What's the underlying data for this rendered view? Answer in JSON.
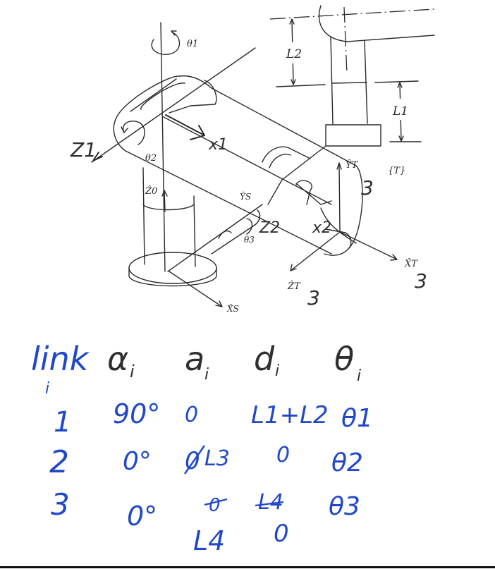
{
  "figure": {
    "printed_labels": {
      "theta1": "θ1",
      "theta2": "θ2",
      "theta3": "θ3",
      "L1": "L1",
      "L2": "L2",
      "frame_T": "{T}",
      "Y_T": "ŶT",
      "X_T": "X̂T",
      "Z_T": "ẐT",
      "Z_0": "Ẑ0",
      "Y_S": "ŶS",
      "X_S": "X̂S"
    },
    "handwritten_annotations": {
      "z1": "Z1",
      "x1": "x1",
      "z2": "Z2",
      "x2": "x2",
      "y3_suffix": "3",
      "x3_suffix": "3",
      "z3_suffix": "3"
    }
  },
  "dh_table": {
    "headers": [
      "link i",
      "αi",
      "ai",
      "di",
      "θi"
    ],
    "header_parts": {
      "link": "link",
      "link_sub": "i",
      "alpha": "α",
      "a": "a",
      "d": "d",
      "theta": "θ",
      "sub": "i"
    },
    "rows": [
      {
        "link": "1",
        "alpha": "90°",
        "a": "0",
        "d": "L1+L2",
        "theta": "θ1"
      },
      {
        "link": "2",
        "alpha": "0°",
        "a": "L3",
        "a_struck": "0",
        "d": "0",
        "theta": "θ2"
      },
      {
        "link": "3",
        "alpha": "0°",
        "a": "L4",
        "a_struck": "0",
        "d": "0",
        "d_struck": "L4",
        "theta": "θ3"
      }
    ]
  },
  "colors": {
    "ink": "#2a2a2a",
    "blue_ink": "#2148c8",
    "background": "#ffffff"
  }
}
